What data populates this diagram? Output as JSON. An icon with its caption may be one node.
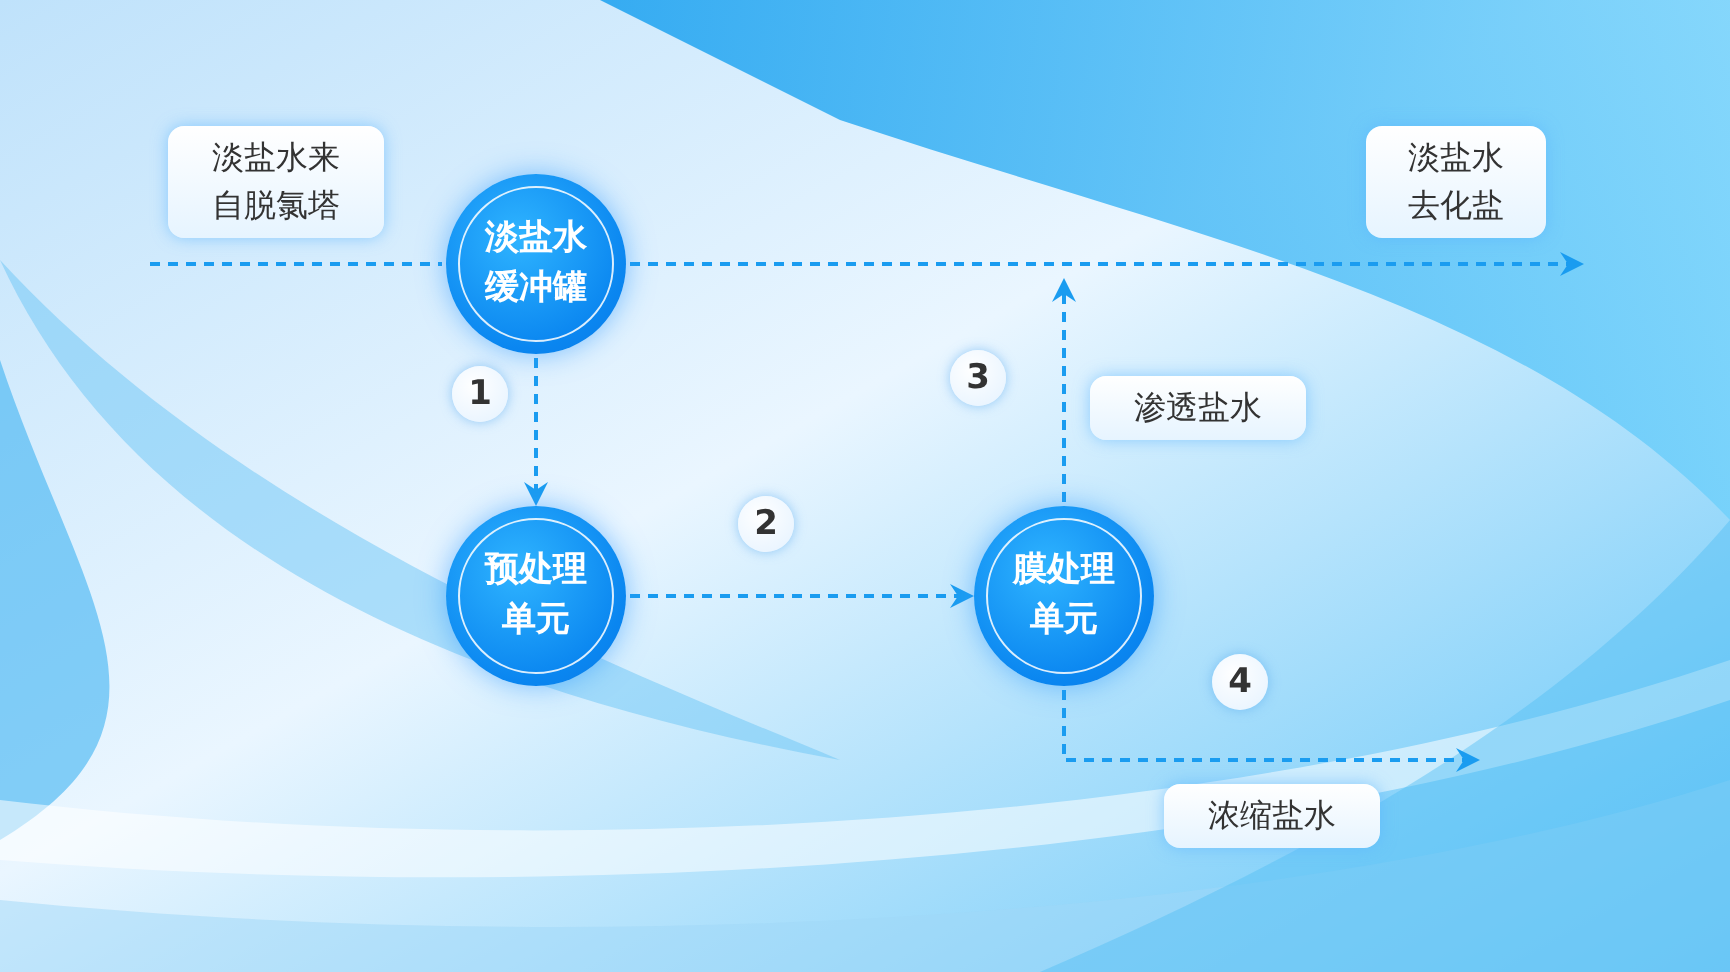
{
  "diagram": {
    "nodes": [
      {
        "text": [
          "淡盐水来自脱氯塔"
        ]
      },
      {
        "text": [
          "淡盐水缓冲罐"
        ]
      },
      {
        "text": [
          "预处理单元"
        ]
      },
      {
        "text": [
          "膜处理单元"
        ]
      },
      {
        "text": [
          "淡盐水去化盐"
        ]
      },
      {
        "text": [
          "渗透盐水"
        ]
      },
      {
        "text": [
          "浓缩盐水"
        ]
      }
    ],
    "edges": [
      {
        "from": null,
        "to": 1,
        "arrow": "none"
      },
      {
        "from": 1,
        "to": 4,
        "arrow": "to"
      },
      {
        "from": 1,
        "to": 2,
        "arrow": "to",
        "label": "1"
      },
      {
        "from": 2,
        "to": 3,
        "arrow": "to",
        "label": "2"
      },
      {
        "from": 3,
        "to": null,
        "arrow": "to",
        "label": "3"
      },
      {
        "from": 3,
        "to": null,
        "arrow": "to",
        "label": "4"
      }
    ]
  }
}
